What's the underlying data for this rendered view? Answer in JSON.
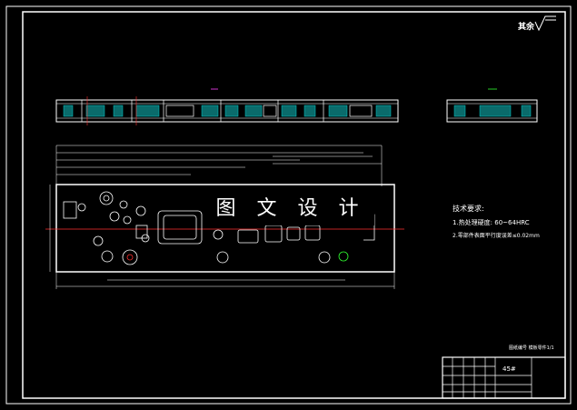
{
  "watermark": "图 文 设 计",
  "roughness_symbol_label": "其余",
  "technical_requirements": {
    "title": "技术要求:",
    "items": [
      "1.热处理硬度: 60~64HRC",
      "2.零部件表面平行度误差≤0.02mm"
    ]
  },
  "title_block": {
    "note": "图纸编号 模板零件1/1",
    "material": "45#"
  },
  "colors": {
    "background": "#000000",
    "lines": "#ffffff",
    "centerline": "#ff3030",
    "hatch": "#00d0d0",
    "accent_green": "#30ff30",
    "accent_magenta": "#ff40ff"
  }
}
